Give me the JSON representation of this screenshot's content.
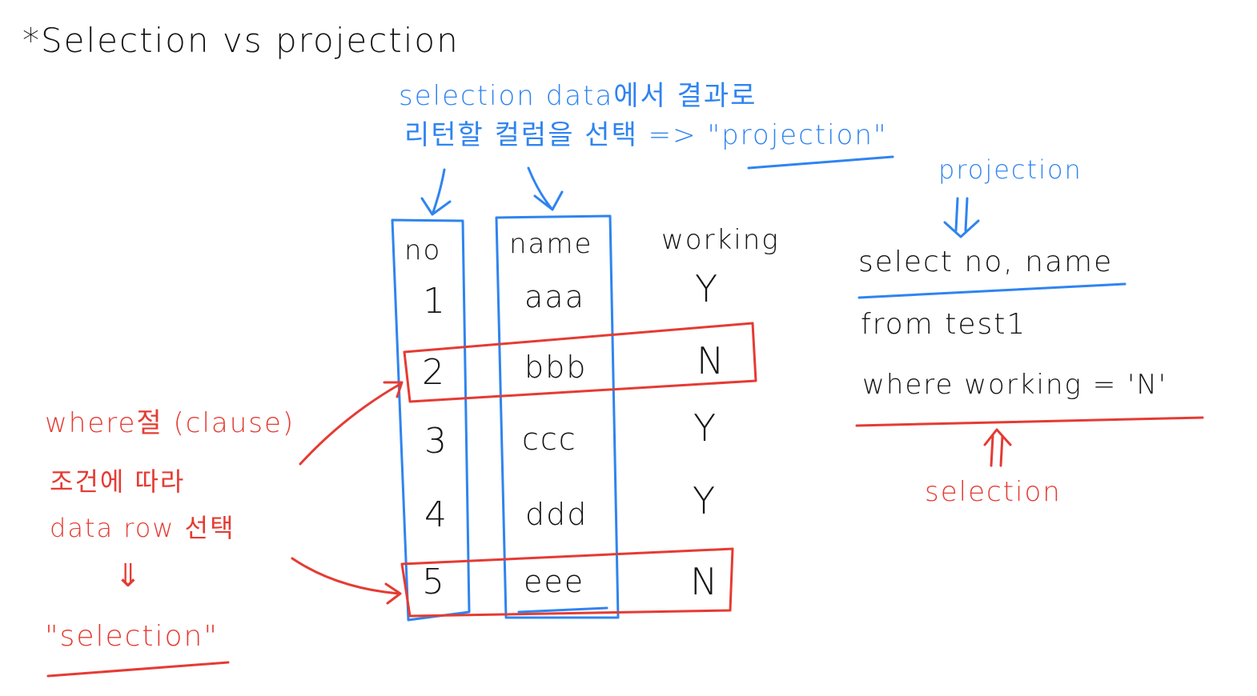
{
  "title": "*Selection vs projection",
  "blue_note": {
    "line1": "selection data에서 결과로",
    "line2": "리턴할 컬럼을 선택 => \"projection\""
  },
  "table": {
    "headers": [
      "no",
      "name",
      "working"
    ],
    "rows": [
      [
        "1",
        "aaa",
        "Y"
      ],
      [
        "2",
        "bbb",
        "N"
      ],
      [
        "3",
        "ccc",
        "Y"
      ],
      [
        "4",
        "ddd",
        "Y"
      ],
      [
        "5",
        "eee",
        "N"
      ]
    ]
  },
  "red_note": {
    "line1": "where절 (clause)",
    "line2": "조건에 따라",
    "line3": "data row 선택",
    "arrow": "⇓",
    "line4": "\"selection\""
  },
  "sql": {
    "projection_label": "projection",
    "line1": "select no, name",
    "line2": "from test1",
    "line3": "where working = 'N'",
    "selection_label": "selection"
  },
  "colors": {
    "ink": "#151515",
    "blue": "#2f84f0",
    "red": "#e53b33",
    "background": "#ffffff"
  }
}
